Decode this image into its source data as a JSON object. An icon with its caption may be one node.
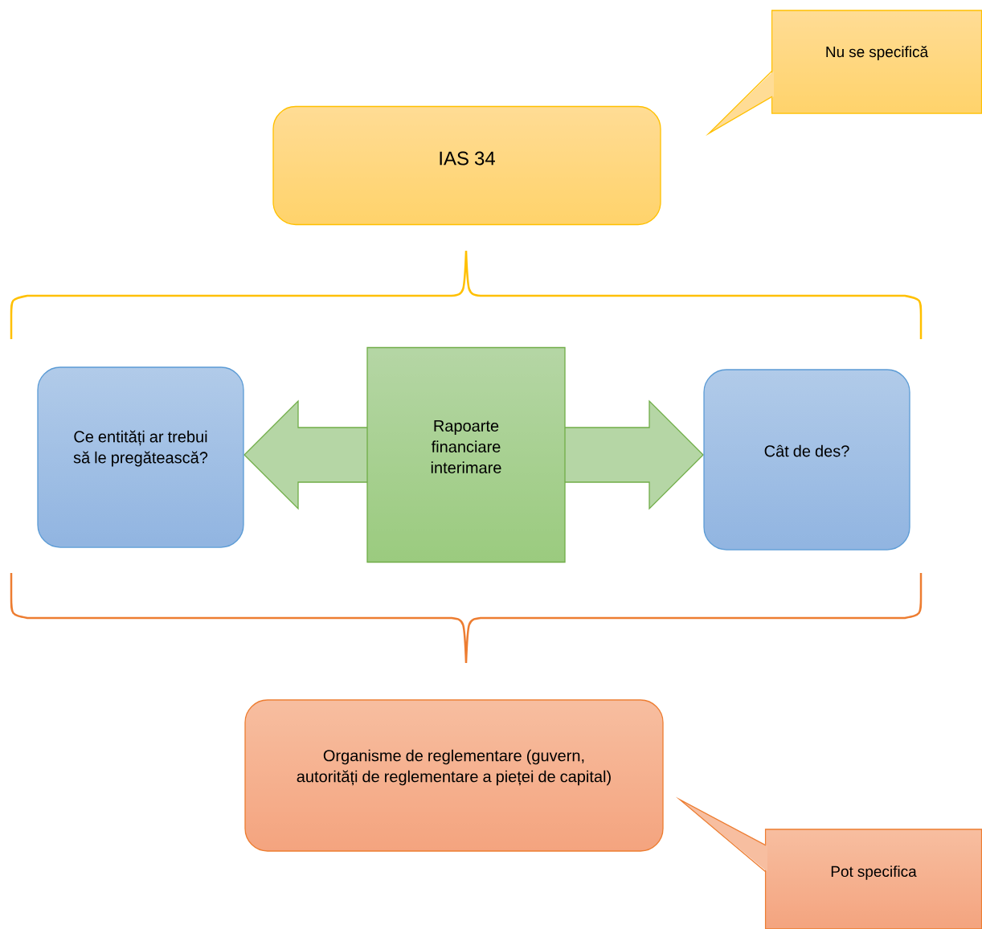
{
  "diagram": {
    "nodes": [
      {
        "text": [
          "Nu se specifică"
        ]
      },
      {
        "text": [
          "IAS 34"
        ]
      },
      {
        "text": [
          "Ce entități ar trebui să le pregătească?"
        ]
      },
      {
        "text": [
          "Rapoarte financiare interimare"
        ]
      },
      {
        "text": [
          "Cât de des?"
        ]
      },
      {
        "text": [
          "Organisme de reglementare (guvern, autorități de reglementare a pieței de capital)"
        ]
      },
      {
        "text": [
          "Pot specifica"
        ]
      }
    ],
    "edges": [
      {
        "from": 3,
        "to": 2,
        "arrow": "to",
        "style": "thick"
      },
      {
        "from": 3,
        "to": 4,
        "arrow": "to",
        "style": "thick"
      }
    ]
  }
}
